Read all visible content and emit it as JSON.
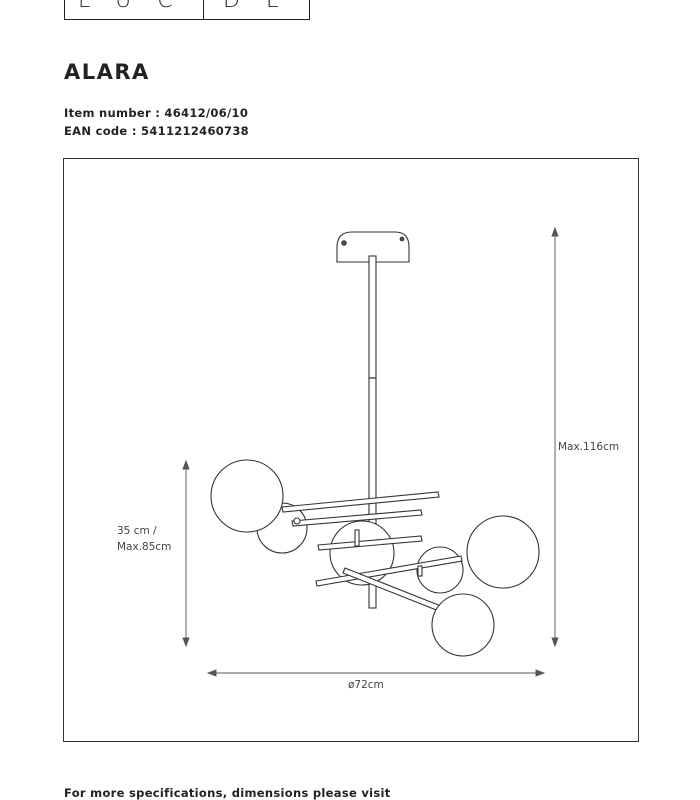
{
  "header": {
    "brand_letters_left": "LUC",
    "brand_letters_right": "DE"
  },
  "product": {
    "name": "ALARA",
    "item_number": "Item number : 46412/06/10",
    "ean_code": "EAN code : 5411212460738"
  },
  "dimensions": {
    "height_max": "Max.116cm",
    "height_min_line1": "35 cm /",
    "height_min_line2": "Max.85cm",
    "diameter": "ø72cm"
  },
  "footer": {
    "text": "For more specifications, dimensions please visit"
  }
}
